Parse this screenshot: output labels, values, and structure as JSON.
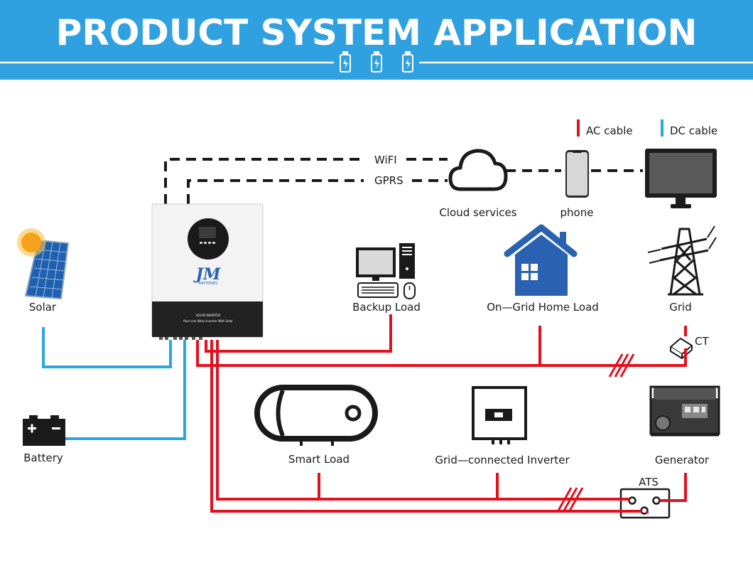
{
  "header": {
    "title": "PRODUCT SYSTEM APPLICATION"
  },
  "legend": {
    "ac": "AC  cable",
    "dc": "DC  cable"
  },
  "links": {
    "wifi": "WiFI",
    "gprs": "GPRS"
  },
  "labels": {
    "cloud": "Cloud services",
    "phone": "phone",
    "solar": "Solar",
    "battery": "Battery",
    "backup": "Backup Load",
    "ongrid": "On—Grid Home Load",
    "grid": "Grid",
    "ct": "CT",
    "smart": "Smart Load",
    "gridinv": "Grid—connected Inverter",
    "generator": "Generator",
    "ats": "ATS"
  },
  "inverter": {
    "brand": "BATTERIES",
    "panel_line1": "SOLAR INVERTER",
    "panel_line2": "Pure sine Wave Inverter With Solar"
  },
  "colors": {
    "header_blue": "#2fa0e0",
    "ac_red": "#e3101e",
    "dc_blue": "#2aa7de",
    "house_blue": "#2a62b1",
    "sun_orange": "#f5a21a"
  }
}
